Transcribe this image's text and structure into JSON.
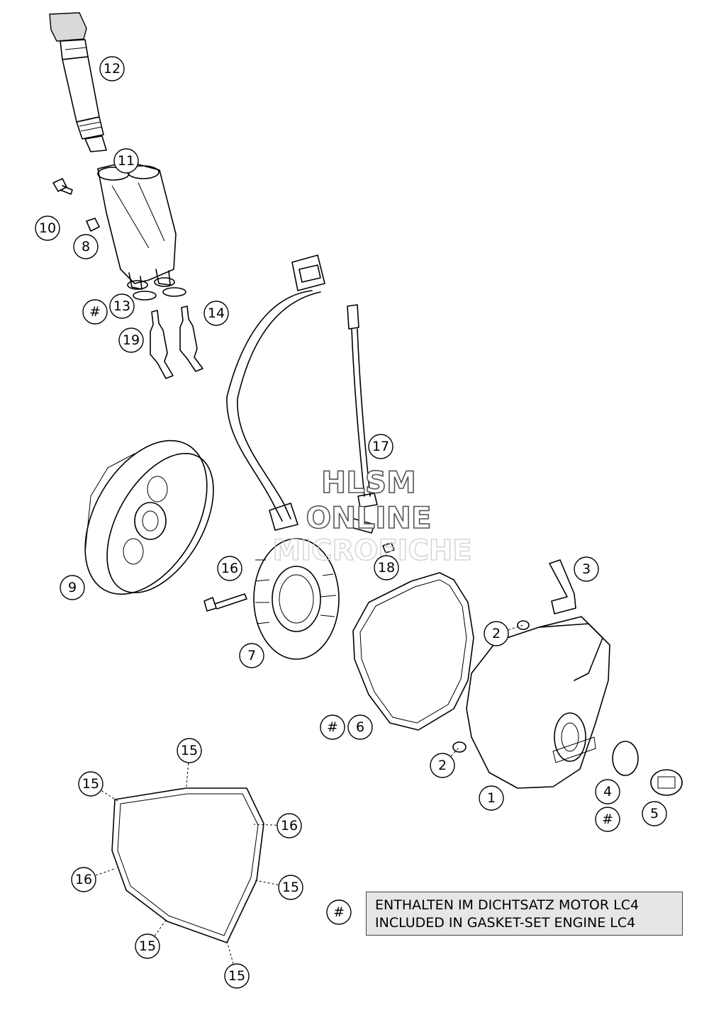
{
  "watermark": {
    "line1": "HLSM",
    "line2": "ONLINE",
    "line3": "MICROFICHE"
  },
  "callouts": [
    {
      "id": "c12",
      "label": "12"
    },
    {
      "id": "c11",
      "label": "11"
    },
    {
      "id": "c10",
      "label": "10"
    },
    {
      "id": "c8",
      "label": "8"
    },
    {
      "id": "c13h",
      "label": "#"
    },
    {
      "id": "c13",
      "label": "13"
    },
    {
      "id": "c14",
      "label": "14"
    },
    {
      "id": "c19",
      "label": "19"
    },
    {
      "id": "c17",
      "label": "17"
    },
    {
      "id": "c9",
      "label": "9"
    },
    {
      "id": "c16a",
      "label": "16"
    },
    {
      "id": "c18",
      "label": "18"
    },
    {
      "id": "c3",
      "label": "3"
    },
    {
      "id": "c7",
      "label": "7"
    },
    {
      "id": "c2a",
      "label": "2"
    },
    {
      "id": "c6h",
      "label": "#"
    },
    {
      "id": "c6",
      "label": "6"
    },
    {
      "id": "c15a",
      "label": "15"
    },
    {
      "id": "c2b",
      "label": "2"
    },
    {
      "id": "c15b",
      "label": "15"
    },
    {
      "id": "c16b",
      "label": "16"
    },
    {
      "id": "c4",
      "label": "4"
    },
    {
      "id": "c1",
      "label": "1"
    },
    {
      "id": "c4h",
      "label": "#"
    },
    {
      "id": "c5",
      "label": "5"
    },
    {
      "id": "c16c",
      "label": "16"
    },
    {
      "id": "c15c",
      "label": "15"
    },
    {
      "id": "c15d",
      "label": "15"
    },
    {
      "id": "c15e",
      "label": "15"
    },
    {
      "id": "clh",
      "label": "#"
    }
  ],
  "legend": {
    "line1": "ENTHALTEN IM DICHTSATZ MOTOR LC4",
    "line2": "INCLUDED IN GASKET-SET ENGINE LC4"
  }
}
